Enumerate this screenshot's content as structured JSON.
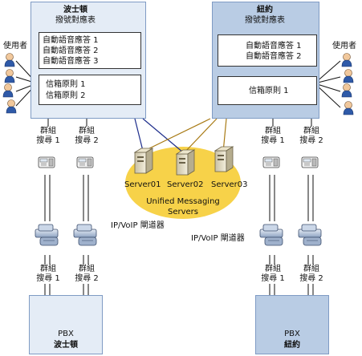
{
  "boston": {
    "title": "波士頓",
    "subtitle": "撥號對應表",
    "auto_attendants": [
      "自動語音應答 1",
      "自動語音應答 2",
      "自動語音應答 3"
    ],
    "mailbox_policies": [
      "信箱原則 1",
      "信箱原則 2"
    ],
    "hunt_groups": [
      {
        "line1": "群組",
        "line2": "搜尋 1"
      },
      {
        "line1": "群組",
        "line2": "搜尋 2"
      }
    ],
    "pbx_label": "PBX",
    "pbx_city": "波士頓"
  },
  "newyork": {
    "title": "紐約",
    "subtitle": "撥號對應表",
    "auto_attendants": [
      "自動語音應答 1",
      "自動語音應答 2"
    ],
    "mailbox_policies": [
      "信箱原則 1"
    ],
    "hunt_groups": [
      {
        "line1": "群組",
        "line2": "搜尋 1"
      },
      {
        "line1": "群組",
        "line2": "搜尋 2"
      }
    ],
    "pbx_label": "PBX",
    "pbx_city": "紐約"
  },
  "users_label_left": "使用者",
  "users_label_right": "使用者",
  "gateway_label_left": "IP/VoIP 閘道器",
  "gateway_label_right": "IP/VoIP 閘道器",
  "servers": [
    "Server01",
    "Server02",
    "Server03"
  ],
  "um_title": "Unified Messaging",
  "um_subtitle": "Servers",
  "colors": {
    "panel_light": "#e4ecf6",
    "panel_dark": "#b9cce4",
    "cloud": "#f7d249",
    "link_blue": "#1f2f8c",
    "link_gold": "#a87a14"
  }
}
